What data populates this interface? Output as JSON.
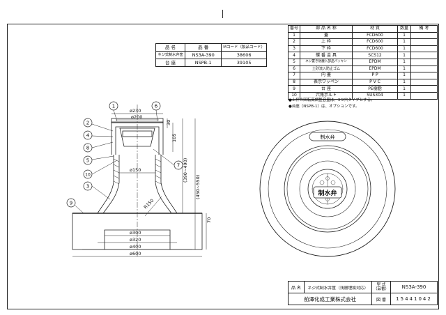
{
  "parts_table": {
    "headers": [
      "番号",
      "部 品 名 称",
      "材 質",
      "数量",
      "備 考"
    ],
    "rows": [
      [
        "1",
        "蓋",
        "FCD600",
        "1",
        ""
      ],
      [
        "2",
        "上 枠",
        "FCD600",
        "1",
        ""
      ],
      [
        "3",
        "下 枠",
        "FCD600",
        "1",
        ""
      ],
      [
        "4",
        "蝶 番 金 具",
        "SCS12",
        "1",
        ""
      ],
      [
        "5",
        "ネジ置き防塵入部品パッキン",
        "EPDM",
        "1",
        ""
      ],
      [
        "6",
        "土砂流入防止ゴム",
        "EPDM",
        "1",
        ""
      ],
      [
        "7",
        "内 蓋",
        "P P",
        "1",
        ""
      ],
      [
        "8",
        "表示ワッペン",
        "P V C",
        "1",
        ""
      ],
      [
        "9",
        "台 座",
        "PE樹脂",
        "1",
        ""
      ],
      [
        "10",
        "六角ボルト",
        "SUS304",
        "1",
        ""
      ]
    ]
  },
  "code_table": {
    "headers": [
      "品 名",
      "品 番",
      "Mコード（製品コード）"
    ],
    "rows": [
      [
        "ネジ式制水弁筺",
        "NS3A-390",
        "38606"
      ],
      [
        "台 座",
        "NSPB-1",
        "39105"
      ]
    ]
  },
  "notes": [
    "●上枠の回転高調整容量は、3つ穴タイプとする。",
    "●台座（NSPB-1）は、オプションです。"
  ],
  "dimensions": {
    "d230": "ø230",
    "d200": "ø200",
    "d150": "ø150",
    "d300": "ø300",
    "d320": "ø320",
    "d400": "ø400",
    "d600": "ø600",
    "h30": "30",
    "h105": "105",
    "h390_490": "(390~490)",
    "h450_550": "(450~550)",
    "h70": "70",
    "r150": "R150"
  },
  "callouts": [
    "1",
    "2",
    "3",
    "4",
    "5",
    "6",
    "7",
    "8",
    "9",
    "10"
  ],
  "lid_labels": {
    "ring_text": "制水弁",
    "center_text": "制水弁"
  },
  "title_block": {
    "name_label": "品 名",
    "name_value": "ネジ式制水弁筺（浅層埋設対応）",
    "type_label": "型 式（品番）",
    "type_value": "NS3A-390",
    "company": "前澤化成工業株式会社",
    "drawing_label": "図 番",
    "drawing_no": "15441042"
  }
}
